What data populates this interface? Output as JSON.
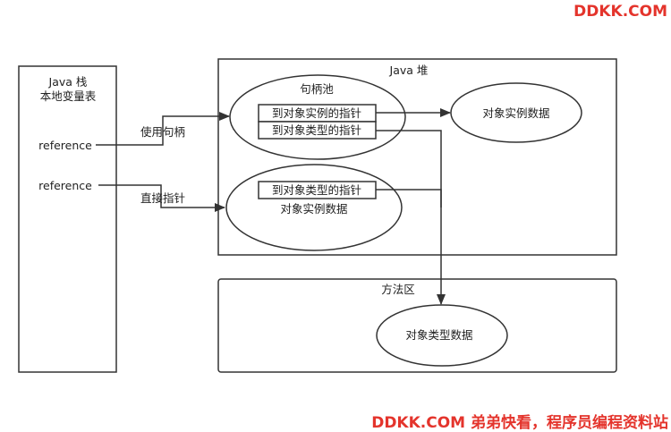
{
  "watermark": {
    "top": "DDKK.COM",
    "bottom": "DDKK.COM 弟弟快看，程序员编程资料站"
  },
  "stack": {
    "title": "Java 栈",
    "subtitle": "本地变量表",
    "ref1": "reference",
    "ref2": "reference"
  },
  "heap": {
    "title": "Java 堆",
    "handle_pool": "句柄池",
    "ptr_instance": "到对象实例的指针",
    "ptr_type_1": "到对象类型的指针",
    "ptr_type_2": "到对象类型的指针",
    "instance_data_1": "对象实例数据",
    "instance_data_2": "对象实例数据"
  },
  "method_area": {
    "title": "方法区",
    "type_data": "对象类型数据"
  },
  "edges": {
    "use_handle": "使用句柄",
    "direct_pointer": "直接指针"
  }
}
